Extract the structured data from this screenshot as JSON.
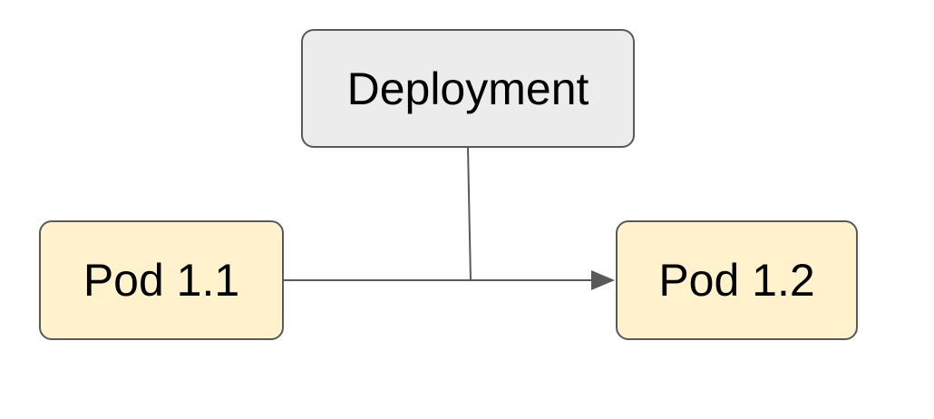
{
  "colors": {
    "deployment_fill": "#ececec",
    "pod_fill": "#fff2cc",
    "border": "#595959",
    "connector": "#595959",
    "text": "#000000"
  },
  "nodes": {
    "deployment": {
      "label": "Deployment"
    },
    "pod_1_1": {
      "label": "Pod 1.1"
    },
    "pod_1_2": {
      "label": "Pod 1.2"
    }
  },
  "edges": [
    {
      "from": "pod_1_1",
      "to": "pod_1_2",
      "arrow": "end"
    },
    {
      "from": "deployment",
      "to": "pod_1_1_to_pod_1_2",
      "arrow": "none"
    }
  ]
}
